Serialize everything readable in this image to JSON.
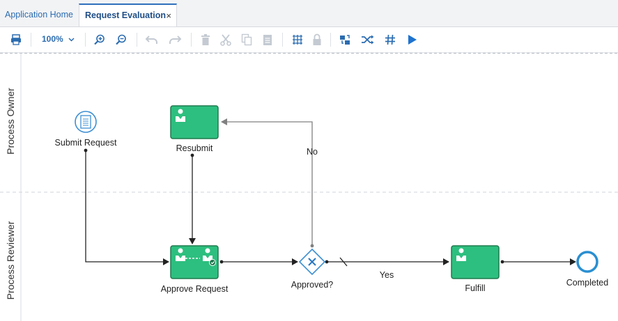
{
  "tabs": [
    {
      "label": "Application Home"
    },
    {
      "label": "Request Evaluation",
      "close": "×"
    }
  ],
  "toolbar": {
    "zoom_label": "100%",
    "icons": [
      "printer-icon",
      "zoom-in-icon",
      "zoom-out-icon",
      "undo-icon",
      "redo-icon",
      "delete-icon",
      "cut-icon",
      "copy-icon",
      "paste-icon",
      "grid-icon",
      "lock-icon",
      "align-icon",
      "shuffle-icon",
      "hash-icon",
      "play-icon"
    ]
  },
  "lanes": [
    {
      "label": "Process Owner"
    },
    {
      "label": "Process Reviewer"
    }
  ],
  "nodes": {
    "submit": "Submit Request",
    "resubmit": "Resubmit",
    "approve": "Approve Request",
    "approved": "Approved?",
    "fulfill": "Fulfill",
    "completed": "Completed"
  },
  "flows": {
    "no": "No",
    "yes": "Yes"
  },
  "colors": {
    "task_fill": "#2dbf7f",
    "task_border": "#1e7a4f",
    "accent": "#2f6fbd",
    "end_event": "#2a8fd1"
  }
}
